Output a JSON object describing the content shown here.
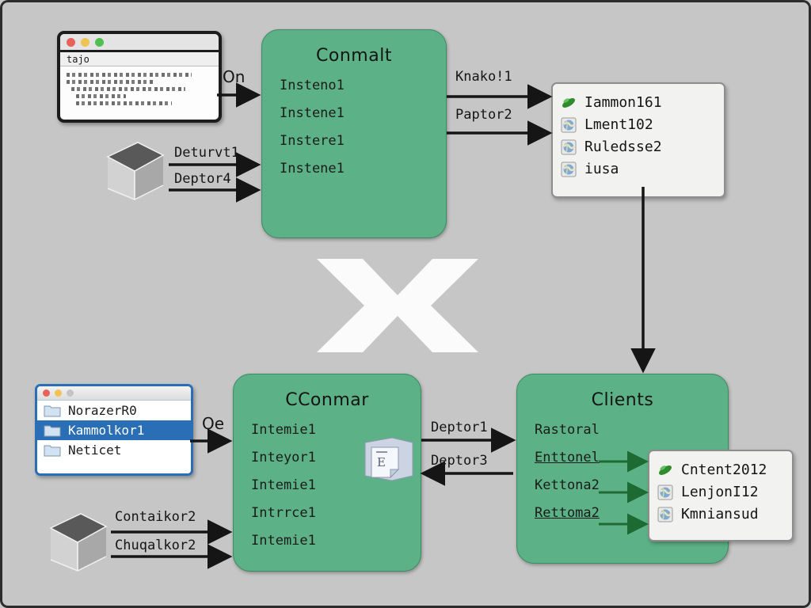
{
  "canvas": {
    "background": "#c6c6c6",
    "accent_green": "#5cb286",
    "select_blue": "#2a6fb5"
  },
  "terminal": {
    "title": "tajo",
    "lines": [
      "",
      "",
      "",
      "",
      ""
    ]
  },
  "file_window": {
    "items": [
      {
        "label": "NorazerR0",
        "selected": false
      },
      {
        "label": "Kammolkor1",
        "selected": true
      },
      {
        "label": "Neticet",
        "selected": false
      }
    ]
  },
  "boxes": {
    "conmalt": {
      "title": "Conmalt",
      "items": [
        "Insteno1",
        "Instene1",
        "Instere1",
        "Instene1"
      ]
    },
    "cconmar": {
      "title": "CConmar",
      "items": [
        "Intemie1",
        "Inteyor1",
        "Intemie1",
        "Intrrce1",
        "Intemie1"
      ]
    },
    "clients": {
      "title": "Clients",
      "items": [
        {
          "label": "Rastoral",
          "underline": false
        },
        {
          "label": "Enttonel",
          "underline": true
        },
        {
          "label": "Kettona2",
          "underline": false
        },
        {
          "label": "Rettoma2",
          "underline": true
        }
      ]
    }
  },
  "panels": {
    "top_right": {
      "items": [
        {
          "label": "Iammon161",
          "icon": "pickle-icon"
        },
        {
          "label": "Lment102",
          "icon": "globe-icon"
        },
        {
          "label": "Ruledsse2",
          "icon": "globe-icon"
        },
        {
          "label": "iusa",
          "icon": "globe-icon"
        }
      ]
    },
    "bottom_right": {
      "items": [
        {
          "label": "Cntent2012",
          "icon": "pickle-icon"
        },
        {
          "label": "LenjonI12",
          "icon": "globe-icon"
        },
        {
          "label": "Kmniansud",
          "icon": "globe-icon"
        }
      ]
    }
  },
  "connectors": {
    "terminal_to_conmalt": "On",
    "cube_top_1": "Deturvt1",
    "cube_top_2": "Deptor4",
    "conmalt_out_1": "Knako!1",
    "conmalt_out_2": "Paptor2",
    "filewin_to_cconmar": "Oe",
    "cube_bottom_1": "Contaikor2",
    "cube_bottom_2": "Chuqalkor2",
    "cconmar_to_clients": "Deptor1",
    "clients_to_cconmar": "Deptor3"
  }
}
